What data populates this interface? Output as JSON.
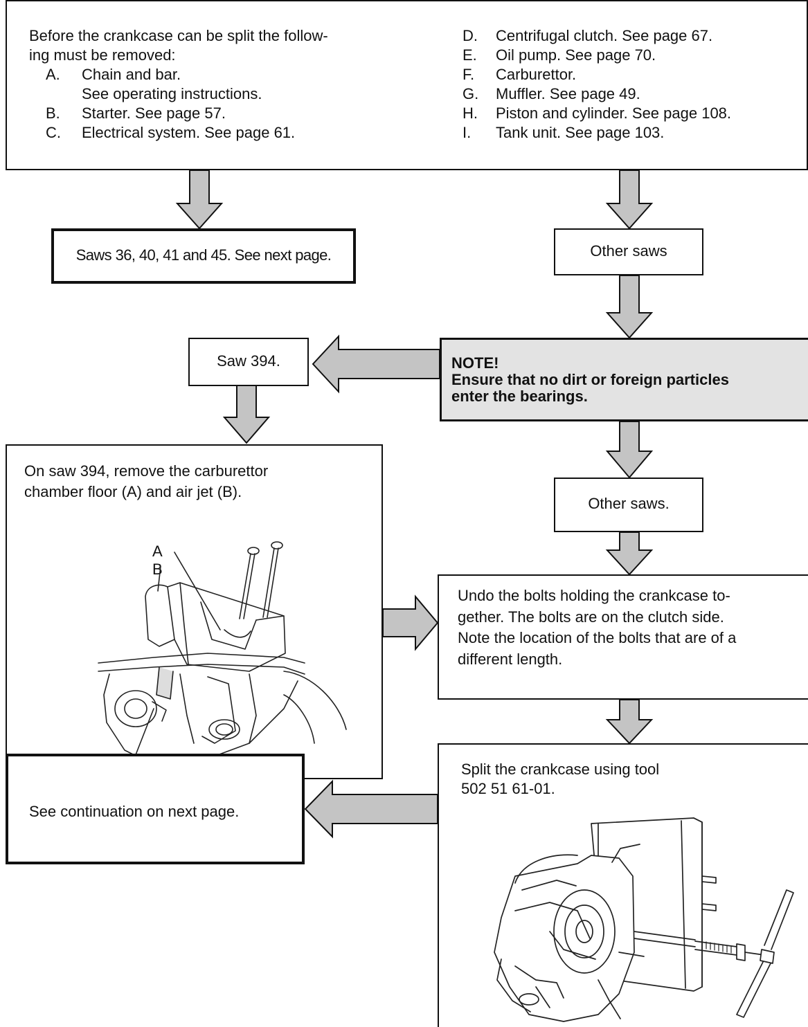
{
  "intro": {
    "lead_line1": "Before the crankcase can be split the follow-",
    "lead_line2": "ing must be removed:",
    "items_left": [
      {
        "key": "A.",
        "lines": [
          "Chain and bar.",
          "See operating instructions."
        ]
      },
      {
        "key": "B.",
        "lines": [
          "Starter. See page 57."
        ]
      },
      {
        "key": "C.",
        "lines": [
          "Electrical system. See page 61."
        ]
      }
    ],
    "items_right": [
      {
        "key": "D.",
        "text": "Centrifugal clutch. See page 67."
      },
      {
        "key": "E.",
        "text": "Oil pump. See page 70."
      },
      {
        "key": "F.",
        "text": "Carburettor."
      },
      {
        "key": "G.",
        "text": "Muffler. See page 49."
      },
      {
        "key": "H.",
        "text": "Piston and cylinder. See page 108."
      },
      {
        "key": "I.",
        "text": "Tank unit. See page 103."
      }
    ]
  },
  "saws_small": "Saws 36, 40, 41 and 45. See next page.",
  "other_saws_1": "Other saws",
  "saw_394": "Saw 394.",
  "note": {
    "title": "NOTE!",
    "line1": "Ensure that no dirt or foreign particles",
    "line2": "enter the bearings."
  },
  "saw394_step": {
    "line1": "On saw 394, remove the carburettor",
    "line2": "chamber floor (A) and air jet (B).",
    "label_a": "A",
    "label_b": "B"
  },
  "other_saws_2": "Other saws.",
  "undo_bolts": {
    "line1": "Undo the bolts holding the crankcase to-",
    "line2": "gether. The bolts are on the clutch side.",
    "line3": "Note the location of the bolts that are of a",
    "line4": "different length."
  },
  "split": {
    "line1": "Split the crankcase using tool",
    "line2": "502 51 61-01."
  },
  "continuation": "See continuation on next page.",
  "colors": {
    "arrow_fill": "#c4c4c4",
    "note_bg": "#e3e3e3",
    "ink": "#111111"
  }
}
